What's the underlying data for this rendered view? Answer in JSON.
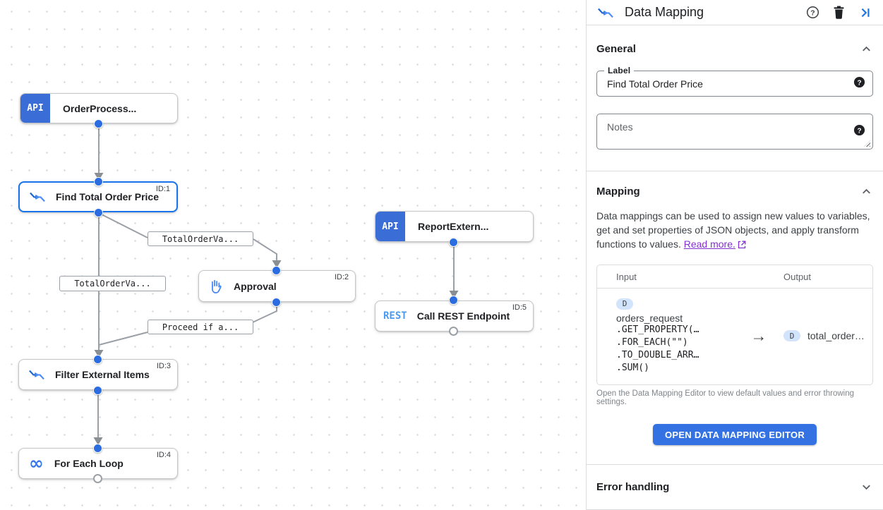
{
  "canvas": {
    "nodes": [
      {
        "label": "OrderProcess...",
        "type": "api-trigger",
        "badge": "API"
      },
      {
        "label": "Find Total Order Price",
        "id_label": "ID:1",
        "type": "data-mapping",
        "selected": true
      },
      {
        "label": "Approval",
        "id_label": "ID:2",
        "type": "approval"
      },
      {
        "label": "ReportExtern...",
        "type": "api-trigger",
        "badge": "API"
      },
      {
        "label": "Call REST Endpoint",
        "id_label": "ID:5",
        "type": "rest-task",
        "badge": "REST"
      },
      {
        "label": "Filter External Items",
        "id_label": "ID:3",
        "type": "data-mapping"
      },
      {
        "label": "For Each Loop",
        "id_label": "ID:4",
        "type": "loop",
        "loop_glyph": "∞"
      }
    ],
    "edge_labels": [
      {
        "text": "TotalOrderVa..."
      },
      {
        "text": "TotalOrderVa..."
      },
      {
        "text": "Proceed if a..."
      }
    ]
  },
  "panel": {
    "title": "Data Mapping",
    "icons": {
      "help": "help-icon",
      "delete": "trash-icon",
      "collapse": "collapse-panel-icon"
    },
    "general": {
      "title": "General",
      "label_field": {
        "label": "Label",
        "value": "Find Total Order Price"
      },
      "notes_field": {
        "placeholder": "Notes"
      }
    },
    "mapping": {
      "title": "Mapping",
      "description": "Data mappings can be used to assign new values to variables, get and set properties of JSON objects, and apply transform functions to values.",
      "read_more_label": "Read more.",
      "table": {
        "input_header": "Input",
        "output_header": "Output",
        "input": {
          "badge": "D",
          "variable": "orders_request",
          "transform_lines": [
            ".GET_PROPERTY(…",
            ".FOR_EACH(\"\")",
            ".TO_DOUBLE_ARR…",
            ".SUM()"
          ]
        },
        "arrow": "→",
        "output": {
          "badge": "D",
          "value": "total_order…"
        }
      },
      "caption": "Open the Data Mapping Editor to view default values and error throwing settings.",
      "button_label": "OPEN DATA MAPPING EDITOR"
    },
    "error": {
      "title": "Error handling"
    },
    "colors": {
      "accent": "#1a73e8",
      "api_badge_bg": "#3b6dd6",
      "rest_text": "#4d9af1",
      "link": "#8430ce",
      "edge": "#9aa0a6"
    }
  }
}
